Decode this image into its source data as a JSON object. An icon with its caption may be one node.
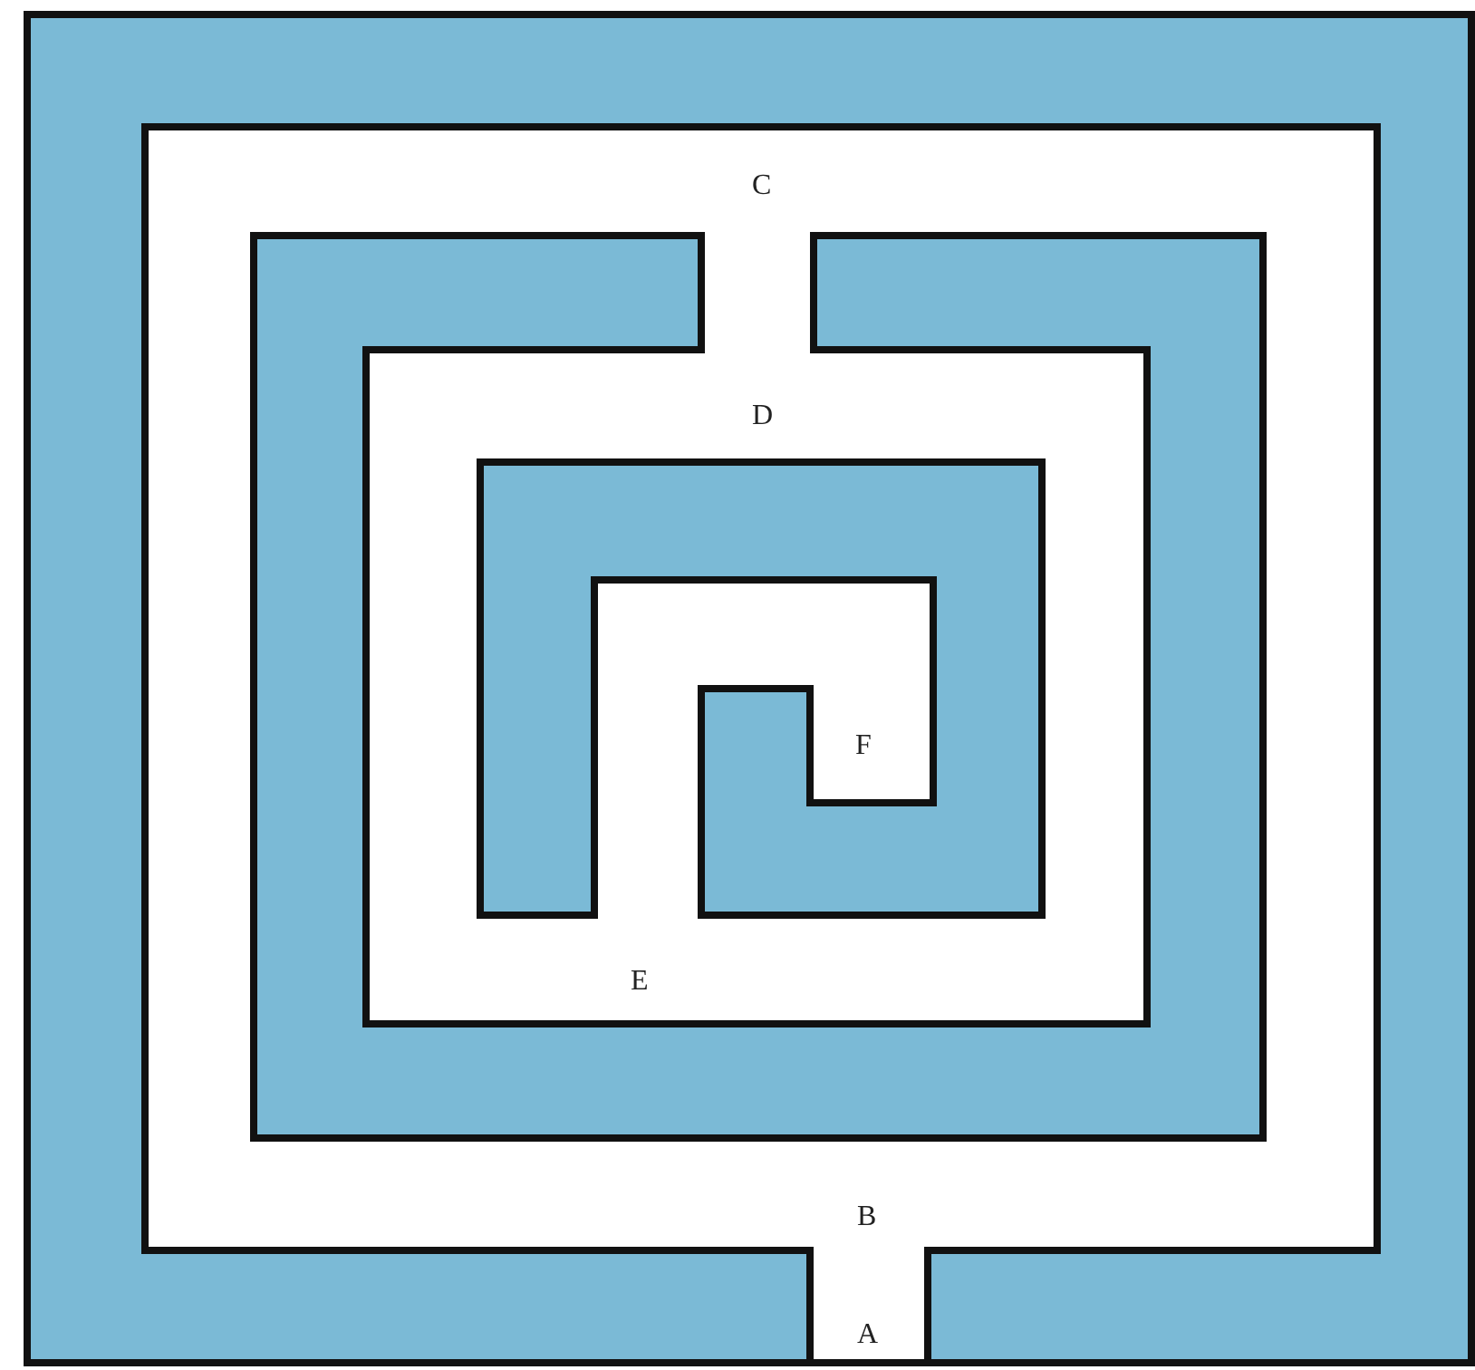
{
  "diagram": {
    "labels": [
      "C",
      "D",
      "F",
      "E",
      "B",
      "A"
    ]
  }
}
